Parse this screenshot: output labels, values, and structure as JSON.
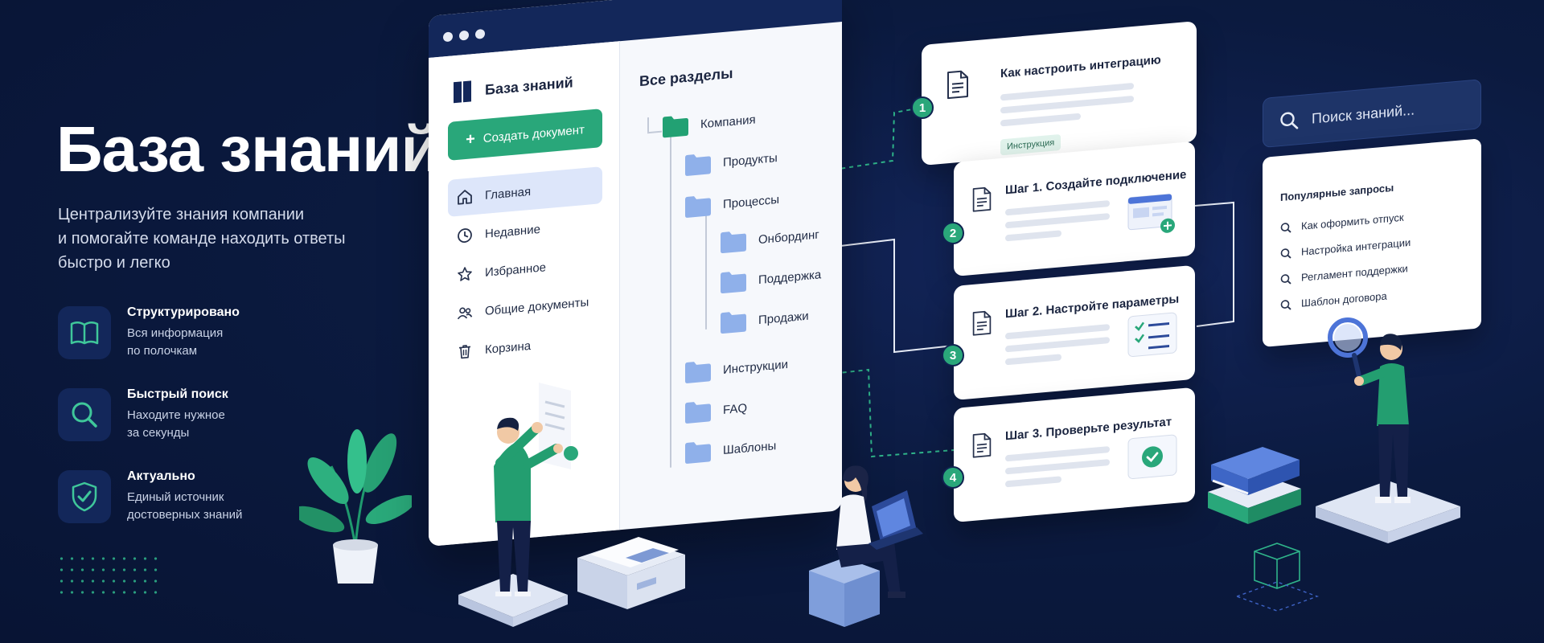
{
  "hero": {
    "title": "База знаний",
    "subtitle_lines": [
      "Централизуйте знания компании",
      "и помогайте команде находить ответы",
      "быстро и легко"
    ],
    "features": [
      {
        "icon": "open-book-icon",
        "title": "Структурировано",
        "line1": "Вся информация",
        "line2": "по полочкам"
      },
      {
        "icon": "magnifier-icon",
        "title": "Быстрый поиск",
        "line1": "Находите нужное",
        "line2": "за секунды"
      },
      {
        "icon": "shield-check-icon",
        "title": "Актуально",
        "line1": "Единый источник",
        "line2": "достоверных знаний"
      }
    ]
  },
  "app": {
    "logo_label": "База знаний",
    "create_button": "Создать документ",
    "nav": [
      {
        "label": "Главная",
        "icon": "home-icon",
        "active": true
      },
      {
        "label": "Недавние",
        "icon": "clock-icon",
        "active": false
      },
      {
        "label": "Избранное",
        "icon": "star-icon",
        "active": false
      },
      {
        "label": "Общие документы",
        "icon": "users-icon",
        "active": false
      },
      {
        "label": "Корзина",
        "icon": "trash-icon",
        "active": false
      }
    ],
    "tree_title": "Все разделы",
    "tree": {
      "root": "Компания",
      "products": "Продукты",
      "processes": "Процессы",
      "onboarding": "Онбординг",
      "support": "Поддержка",
      "sales": "Продажи",
      "instructions": "Инструкции",
      "faq": "FAQ",
      "templates": "Шаблоны"
    }
  },
  "steps": {
    "intro": {
      "number": "1",
      "title": "Как настроить интеграцию",
      "tag": "Инструкция"
    },
    "step1": {
      "number": "2",
      "title": "Шаг 1. Создайте подключение"
    },
    "step2": {
      "number": "3",
      "title": "Шаг 2. Настройте параметры"
    },
    "step3": {
      "number": "4",
      "title": "Шаг 3. Проверьте результат"
    }
  },
  "search": {
    "placeholder": "Поиск знаний...",
    "popular_title": "Популярные запросы",
    "popular": [
      "Как оформить отпуск",
      "Настройка интеграции",
      "Регламент поддержки",
      "Шаблон договора"
    ]
  },
  "colors": {
    "background": "#0b1a3f",
    "accent": "#29a77a",
    "folder": "#8fb0ea",
    "panel": "#13275a"
  }
}
